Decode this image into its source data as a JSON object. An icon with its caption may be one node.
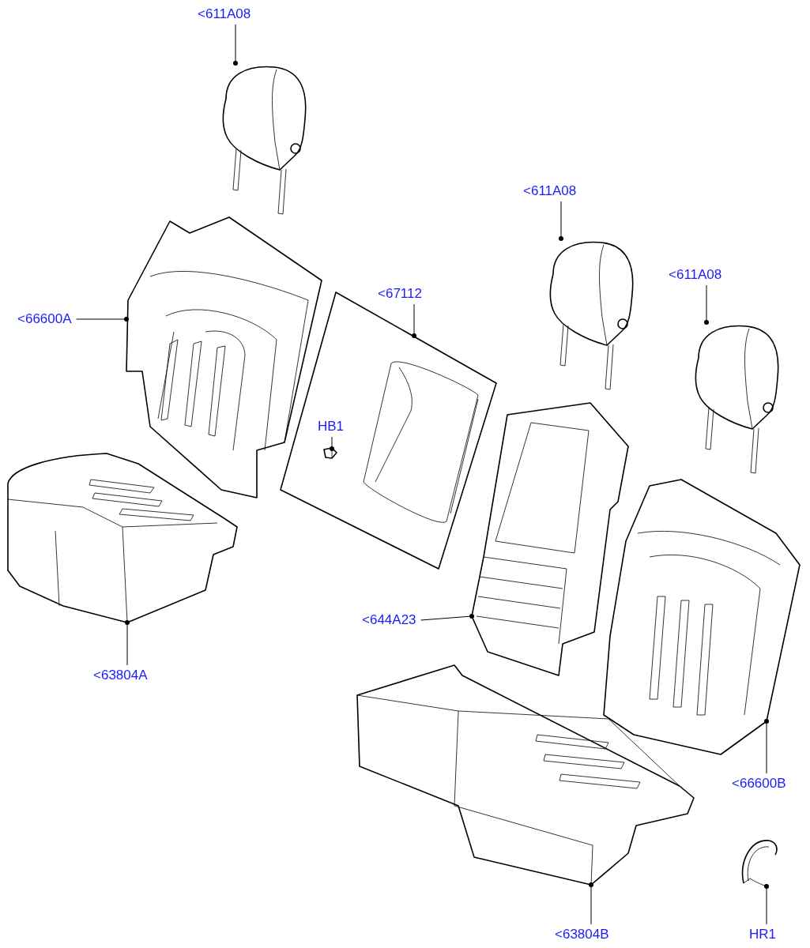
{
  "diagram": {
    "nodes": [
      {
        "text": [
          "<611A08"
        ]
      },
      {
        "text": [],
        "shape": "picture"
      },
      {
        "text": [
          "<66600A"
        ]
      },
      {
        "text": [],
        "shape": "picture"
      },
      {
        "text": [
          "<67112"
        ]
      },
      {
        "text": [],
        "shape": "picture"
      },
      {
        "text": [
          "HB1"
        ],
        "in": 5
      },
      {
        "text": [],
        "shape": "picture",
        "in": 5
      },
      {
        "text": [
          "<611A08"
        ]
      },
      {
        "text": [],
        "shape": "picture"
      },
      {
        "text": [
          "<611A08"
        ]
      },
      {
        "text": [],
        "shape": "picture"
      },
      {
        "text": [
          "<644A23"
        ]
      },
      {
        "text": [],
        "shape": "picture"
      },
      {
        "text": [
          "<63804A"
        ]
      },
      {
        "text": [],
        "shape": "picture"
      },
      {
        "text": [
          "<66600B"
        ]
      },
      {
        "text": [],
        "shape": "picture"
      },
      {
        "text": [
          "<63804B"
        ]
      },
      {
        "text": [],
        "shape": "picture"
      },
      {
        "text": [
          "HR1"
        ]
      },
      {
        "text": [],
        "shape": "picture"
      }
    ],
    "edges": [
      {
        "from": 0,
        "to": 1,
        "arrow": "other"
      },
      {
        "from": 2,
        "to": 3,
        "arrow": "other"
      },
      {
        "from": 4,
        "to": 5,
        "arrow": "other"
      },
      {
        "from": 6,
        "to": 7,
        "arrow": "other"
      },
      {
        "from": 8,
        "to": 9,
        "arrow": "other"
      },
      {
        "from": 10,
        "to": 11,
        "arrow": "other"
      },
      {
        "from": 12,
        "to": 13,
        "arrow": "other"
      },
      {
        "from": 14,
        "to": 15,
        "arrow": "other"
      },
      {
        "from": 16,
        "to": 17,
        "arrow": "other"
      },
      {
        "from": 18,
        "to": 19,
        "arrow": "other"
      },
      {
        "from": 20,
        "to": 21,
        "arrow": "other"
      }
    ]
  }
}
